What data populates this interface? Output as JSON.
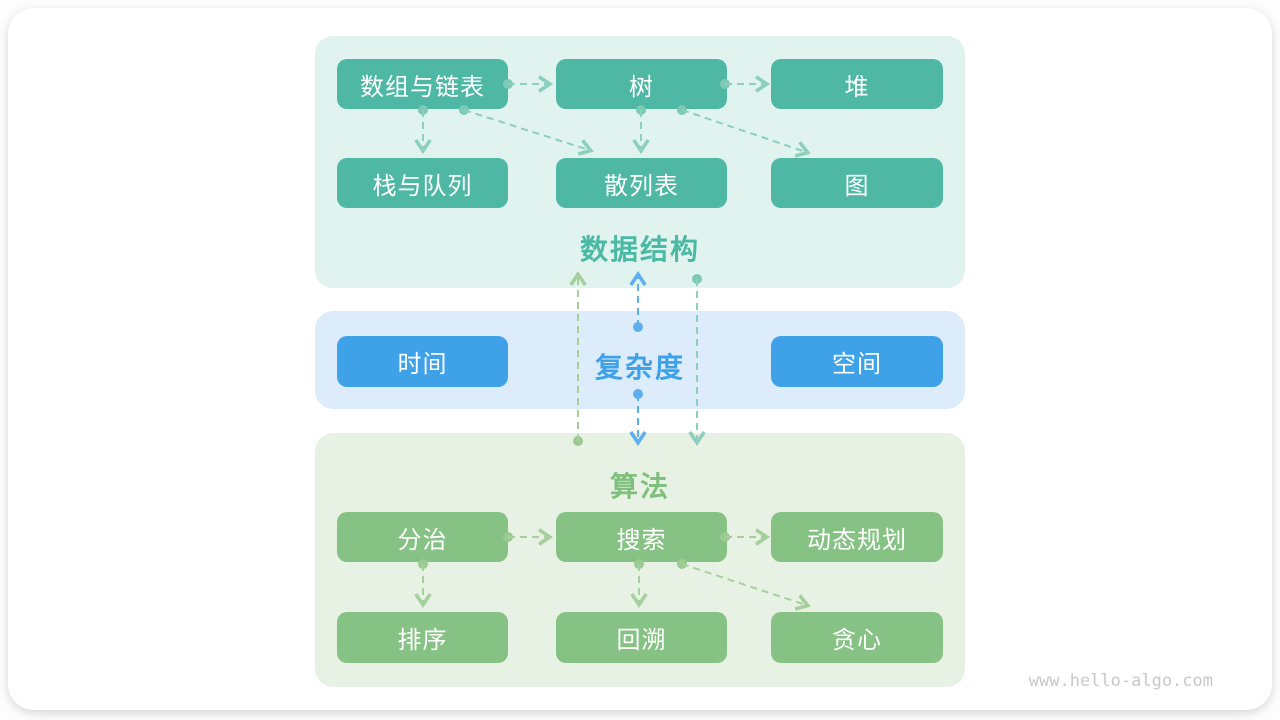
{
  "watermark": "www.hello-algo.com",
  "colors": {
    "teal_box": "#4fb8a5",
    "teal_panel": "#e1f3ee",
    "teal_title": "#4bb9a3",
    "teal_arrow": "#8bcfbc",
    "blue_box": "#3fa2e8",
    "blue_panel": "#ddecfb",
    "blue_arrow": "#5faeee",
    "green_box": "#85c283",
    "green_panel": "#e8f2e4",
    "green_title": "#7fc07d",
    "green_arrow": "#a5cf9d",
    "watermark_gray": "#c8c8c8"
  },
  "diagram": {
    "data_structures": {
      "title": "数据结构",
      "nodes": {
        "arrays": "数组与链表",
        "tree": "树",
        "heap": "堆",
        "stacks": "栈与队列",
        "hash": "散列表",
        "graph": "图"
      }
    },
    "complexity": {
      "title": "复杂度",
      "nodes": {
        "time": "时间",
        "space": "空间"
      }
    },
    "algorithms": {
      "title": "算法",
      "nodes": {
        "divide": "分治",
        "search": "搜索",
        "dp": "动态规划",
        "sort": "排序",
        "backtrack": "回溯",
        "greedy": "贪心"
      }
    },
    "edges": [
      {
        "from": "数组与链表",
        "to": "树"
      },
      {
        "from": "树",
        "to": "堆"
      },
      {
        "from": "数组与链表",
        "to": "栈与队列"
      },
      {
        "from": "数组与链表",
        "to": "散列表"
      },
      {
        "from": "树",
        "to": "散列表"
      },
      {
        "from": "树",
        "to": "图"
      },
      {
        "from": "算法",
        "to": "数据结构"
      },
      {
        "from": "复杂度",
        "to": "数据结构"
      },
      {
        "from": "复杂度",
        "to": "算法"
      },
      {
        "from": "数据结构",
        "to": "算法"
      },
      {
        "from": "分治",
        "to": "搜索"
      },
      {
        "from": "搜索",
        "to": "动态规划"
      },
      {
        "from": "分治",
        "to": "排序"
      },
      {
        "from": "搜索",
        "to": "回溯"
      },
      {
        "from": "搜索",
        "to": "贪心"
      }
    ]
  }
}
